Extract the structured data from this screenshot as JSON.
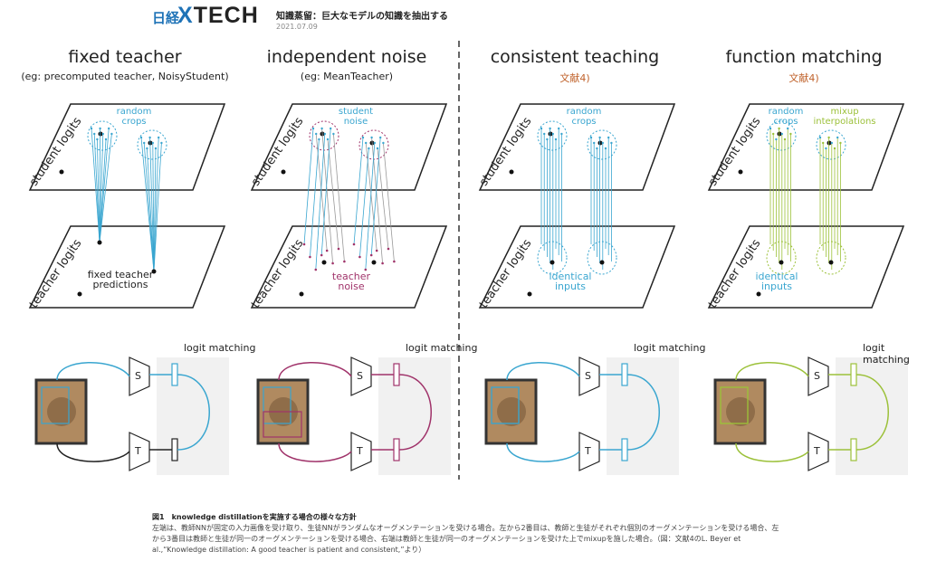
{
  "header": {
    "logo_prefix": "日経",
    "logo_x": "X",
    "logo_rest": "TECH",
    "headline": "知識蒸留：巨大なモデルの知識を抽出する",
    "date": "2021.07.09"
  },
  "colors": {
    "fixed": "#222222",
    "noise": "#a0336a",
    "consistent": "#3aa6d0",
    "function": "#9cc13a",
    "ref": "#c0622b"
  },
  "panels": [
    {
      "title": "fixed teacher",
      "subtitle": "(eg: precomputed teacher, NoisyStudent)",
      "upper_label": "random\ncrops",
      "lower_label": "fixed teacher\npredictions",
      "student_axis": "student logits",
      "teacher_axis": "teacher logits",
      "logit_matching": "logit matching",
      "s": "S",
      "t": "T"
    },
    {
      "title": "independent noise",
      "subtitle": "(eg: MeanTeacher)",
      "upper_label": "student\nnoise",
      "lower_label": "teacher\nnoise",
      "student_axis": "student logits",
      "teacher_axis": "teacher logits",
      "logit_matching": "logit matching",
      "s": "S",
      "t": "T"
    },
    {
      "title": "consistent teaching",
      "subtitle": "文献4)",
      "upper_label": "random\ncrops",
      "lower_label": "identical\ninputs",
      "student_axis": "student logits",
      "teacher_axis": "teacher logits",
      "logit_matching": "logit matching",
      "s": "S",
      "t": "T"
    },
    {
      "title": "function matching",
      "subtitle": "文献4)",
      "upper_label": "random\ncrops",
      "upper_label2": "mixup\ninterpolations",
      "lower_label": "identical\ninputs",
      "student_axis": "student logits",
      "teacher_axis": "teacher logits",
      "logit_matching": "logit matching",
      "s": "S",
      "t": "T"
    }
  ],
  "caption": {
    "title": "図1　knowledge distillationを実施する場合の様々な方針",
    "body": "左端は、教師NNが固定の入力画像を受け取り、生徒NNがランダムなオーグメンテーションを受ける場合。左から2番目は、教師と生徒がそれぞれ個別のオーグメンテーションを受ける場合、左から3番目は教師と生徒が同一のオーグメンテーションを受ける場合、右端は教師と生徒が同一のオーグメンテーションを受けた上でmixupを施した場合。（図：文献4のL. Beyer et al.,“Knowledge distillation: A good teacher is patient and consistent,”より）"
  }
}
